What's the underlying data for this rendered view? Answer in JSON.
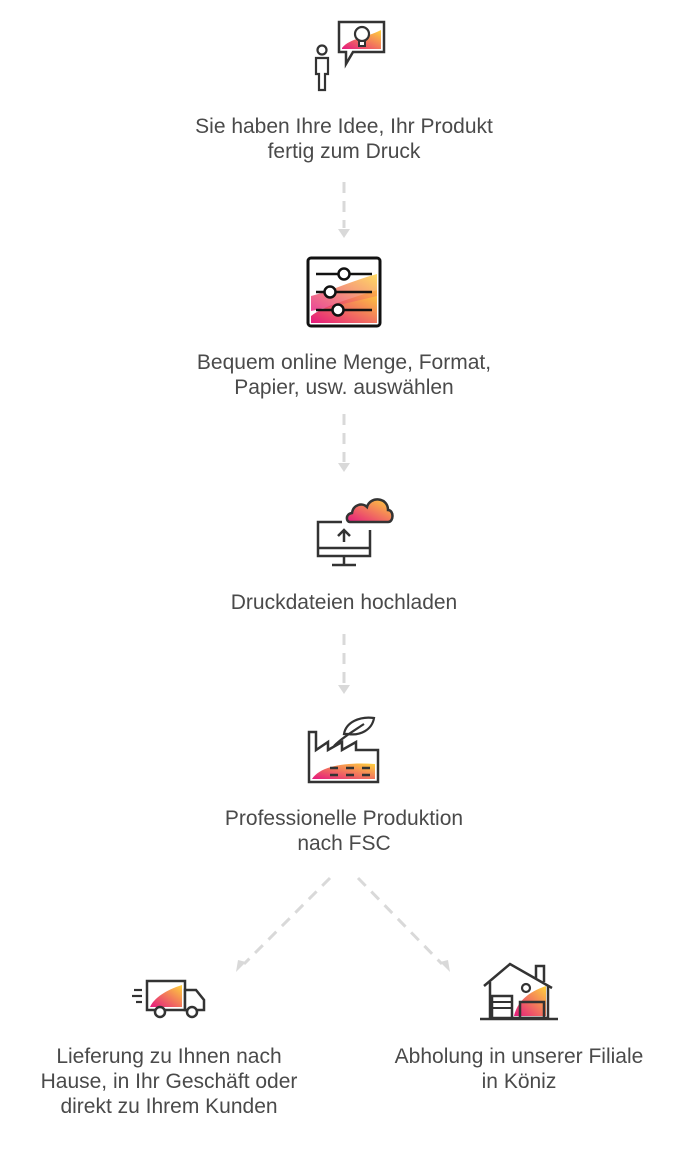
{
  "steps": [
    {
      "icon": "idea-person-icon",
      "line1": "Sie haben Ihre Idee, Ihr Produkt",
      "line2": "fertig zum Druck"
    },
    {
      "icon": "settings-sliders-icon",
      "line1": "Bequem online Menge, Format,",
      "line2": "Papier, usw. auswählen"
    },
    {
      "icon": "cloud-upload-monitor-icon",
      "line1": "Druckdateien hochladen",
      "line2": ""
    },
    {
      "icon": "factory-leaf-icon",
      "line1": "Professionelle Produktion",
      "line2": "nach FSC"
    }
  ],
  "options": [
    {
      "icon": "delivery-truck-icon",
      "line1": "Lieferung zu Ihnen nach",
      "line2": "Hause, in Ihr Geschäft oder",
      "line3": "direkt zu Ihrem Kunden"
    },
    {
      "icon": "store-house-icon",
      "line1": "Abholung in unserer Filiale",
      "line2": "in Köniz",
      "line3": ""
    }
  ],
  "colors": {
    "gradient_start": "#e5197e",
    "gradient_end": "#ffd23c",
    "stroke": "#333333",
    "connector": "#d9d9d9",
    "text": "#4a4a4a"
  }
}
